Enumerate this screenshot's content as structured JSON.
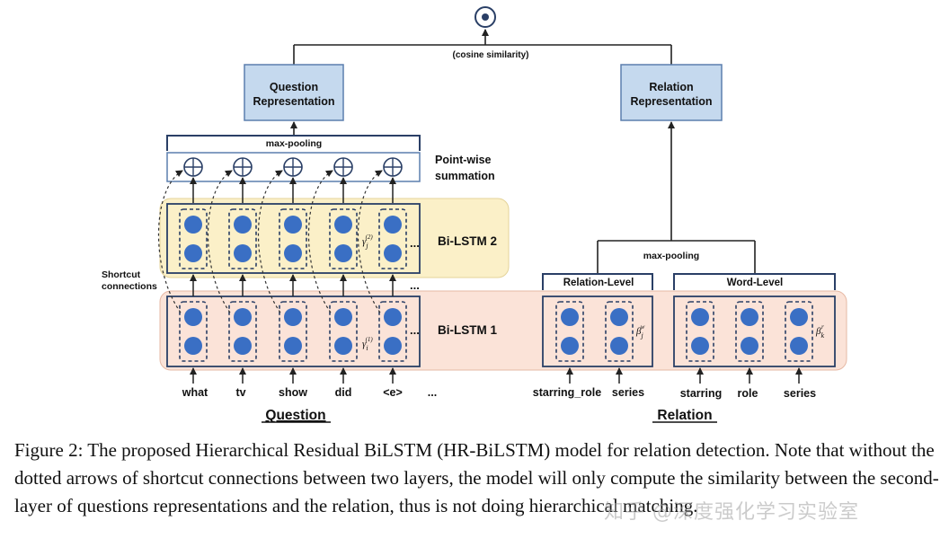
{
  "top": {
    "similarity_label": "(cosine similarity)"
  },
  "question": {
    "representation_line1": "Question",
    "representation_line2": "Representation",
    "maxpool_label": "max-pooling",
    "pointwise_line1": "Point-wise",
    "pointwise_line2": "summation",
    "bilstm2_label": "Bi-LSTM 2",
    "bilstm1_label": "Bi-LSTM 1",
    "shortcut_line1": "Shortcut",
    "shortcut_line2": "connections",
    "gamma2": "γj(2)",
    "gamma1": "γi(1)",
    "ellipsis": "...",
    "tokens": [
      "what",
      "tv",
      "show",
      "did",
      "<e>",
      "..."
    ],
    "section_title": "Question"
  },
  "relation": {
    "representation_line1": "Relation",
    "representation_line2": "Representation",
    "maxpool_label": "max-pooling",
    "relation_level_label": "Relation-Level",
    "word_level_label": "Word-Level",
    "beta_w": "βjw",
    "beta_r": "βkr",
    "relation_tokens": [
      "starring_role",
      "series"
    ],
    "word_tokens": [
      "starring",
      "role",
      "series"
    ],
    "section_title": "Relation"
  },
  "caption": {
    "text": "Figure 2: The proposed Hierarchical Residual BiLSTM (HR-BiLSTM) model for relation detection. Note that without the dotted arrows of shortcut connections between two layers, the model will only compute the similarity between the second-layer of questions representations and the relation, thus is not doing hierarchical matching."
  },
  "watermark": {
    "text": "知乎 @深度强化学习实验室"
  },
  "colors": {
    "box_fill": "#c5d9ee",
    "cell": "#3a6fc4",
    "bilstm2_bg": "#fbf0c8",
    "bilstm1_bg": "#fbe3d8",
    "outline": "#2a3f66"
  }
}
